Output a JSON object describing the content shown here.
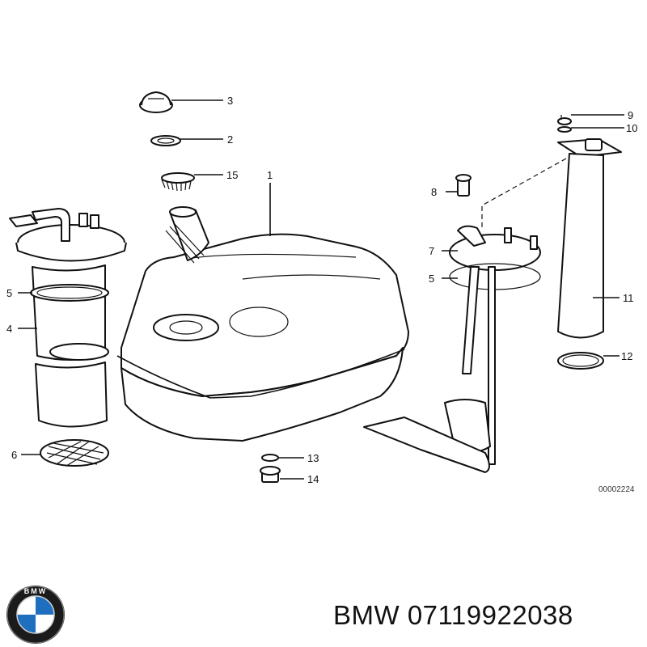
{
  "diagram": {
    "callouts": [
      {
        "id": "c3",
        "text": "3"
      },
      {
        "id": "c2",
        "text": "2"
      },
      {
        "id": "c15",
        "text": "15"
      },
      {
        "id": "c1",
        "text": "1"
      },
      {
        "id": "c9",
        "text": "9"
      },
      {
        "id": "c10",
        "text": "10"
      },
      {
        "id": "c8",
        "text": "8"
      },
      {
        "id": "c7",
        "text": "7"
      },
      {
        "id": "c5r",
        "text": "5"
      },
      {
        "id": "c11",
        "text": "11"
      },
      {
        "id": "c12",
        "text": "12"
      },
      {
        "id": "c5l",
        "text": "5"
      },
      {
        "id": "c4",
        "text": "4"
      },
      {
        "id": "c6",
        "text": "6"
      },
      {
        "id": "c13",
        "text": "13"
      },
      {
        "id": "c14",
        "text": "14"
      }
    ],
    "reference_code": "00002224"
  },
  "footer": {
    "brand_text": "BMW 07119922038",
    "logo_letters": "BMW"
  }
}
